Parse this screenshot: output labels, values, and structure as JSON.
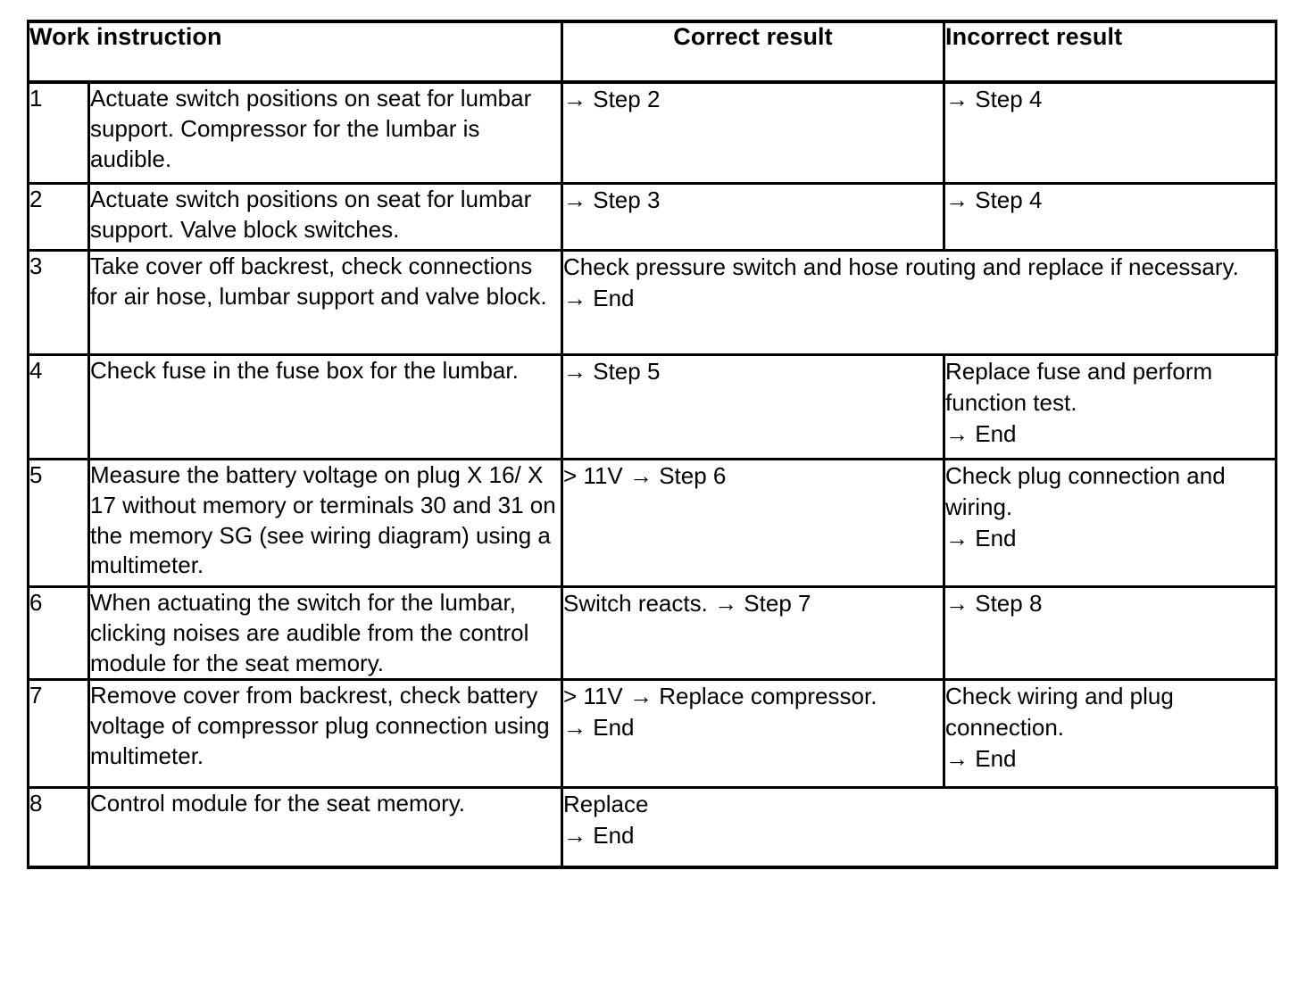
{
  "table": {
    "headers": {
      "work_instruction": "Work instruction",
      "correct_result": "Correct result",
      "incorrect_result": "Incorrect result"
    },
    "arrow_glyph": "→",
    "rows": [
      {
        "step": "1",
        "instruction": "Actuate switch positions on seat for lumbar support. Compressor for the lumbar is audible.",
        "correct": "→ Step 2",
        "incorrect": "→ Step 4",
        "correct_spans_both": false
      },
      {
        "step": "2",
        "instruction": "Actuate switch positions on seat for lumbar support. Valve block switches.",
        "correct": "→ Step 3",
        "incorrect": "→ Step 4",
        "correct_spans_both": false
      },
      {
        "step": "3",
        "instruction": "Take cover off backrest, check connections for air hose, lumbar support and valve block.",
        "correct": "Check pressure switch and hose routing and replace if necessary.\n→ End",
        "incorrect": "",
        "correct_spans_both": true
      },
      {
        "step": "4",
        "instruction": "Check fuse in the fuse box for the lumbar.",
        "correct": "→ Step 5",
        "incorrect": "Replace fuse and perform function test.\n→ End",
        "correct_spans_both": false
      },
      {
        "step": "5",
        "instruction": "Measure the battery voltage on plug X 16/ X 17 without memory or terminals 30 and 31 on the memory SG (see wiring diagram) using a multimeter.",
        "correct": "> 11V → Step 6",
        "incorrect": "Check plug connection and wiring.\n→ End",
        "correct_spans_both": false
      },
      {
        "step": "6",
        "instruction": "When actuating the switch for the lumbar, clicking noises are audible from the control module for the seat memory.",
        "correct": "Switch reacts. → Step 7",
        "incorrect": "→ Step 8",
        "correct_spans_both": false
      },
      {
        "step": "7",
        "instruction": "Remove cover from backrest, check battery voltage of compressor plug connection using multimeter.",
        "correct": "> 11V → Replace compressor.\n→ End",
        "incorrect": "Check wiring and plug connection.\n→ End",
        "correct_spans_both": false
      },
      {
        "step": "8",
        "instruction": "Control module for the seat memory.",
        "correct": "Replace\n→ End",
        "incorrect": "",
        "correct_spans_both": true
      }
    ]
  },
  "colors": {
    "border": "#000000",
    "text": "#000000",
    "background": "#ffffff"
  }
}
